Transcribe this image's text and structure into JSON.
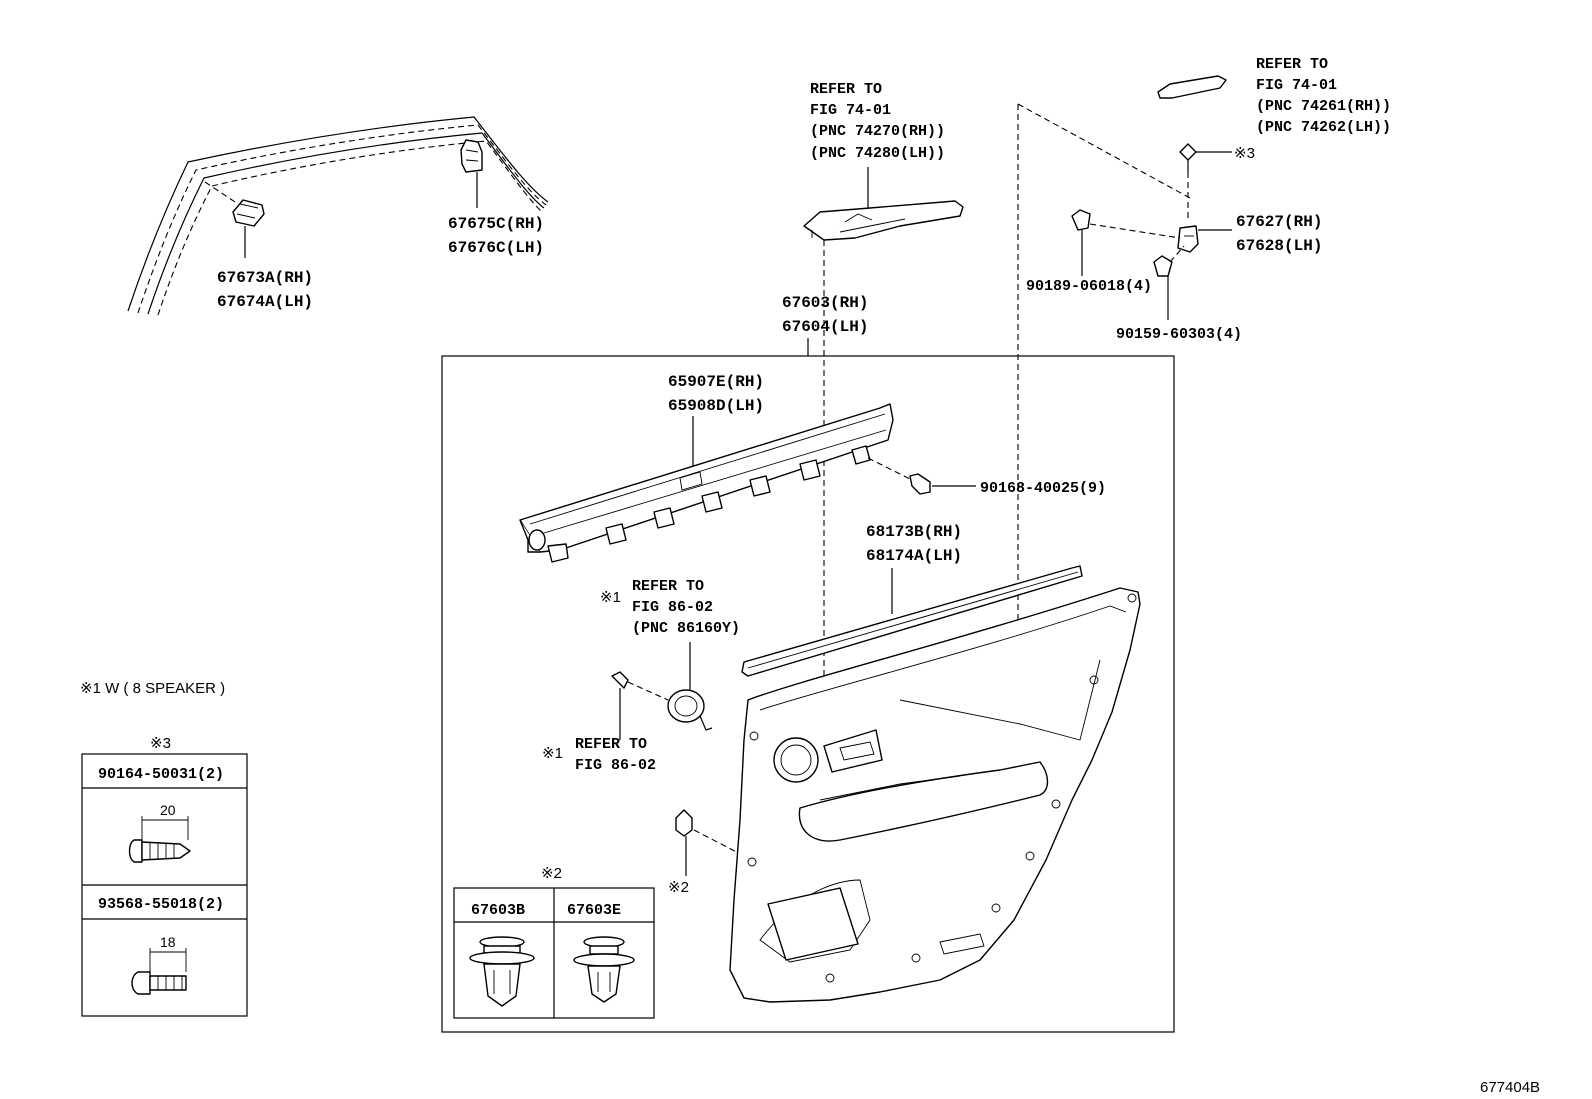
{
  "labels": {
    "p67673a": "67673A(RH)",
    "p67674a": "67674A(LH)",
    "p67675c": "67675C(RH)",
    "p67676c": "67676C(LH)",
    "ref74_center_1": "REFER TO",
    "ref74_center_2": "FIG 74-01",
    "ref74_center_3": "(PNC 74270(RH))",
    "ref74_center_4": "(PNC 74280(LH))",
    "ref74_right_1": "REFER TO",
    "ref74_right_2": "FIG 74-01",
    "ref74_right_3": "(PNC 74261(RH))",
    "ref74_right_4": "(PNC 74262(LH))",
    "p67627": "67627(RH)",
    "p67628": "67628(LH)",
    "p90189": "90189-06018(4)",
    "p90159": "90159-60303(4)",
    "p67603": "67603(RH)",
    "p67604": "67604(LH)",
    "p65907e": "65907E(RH)",
    "p65908d": "65908D(LH)",
    "p90168": "90168-40025(9)",
    "p68173b": "68173B(RH)",
    "p68174a": "68174A(LH)",
    "ref86_a_1": "REFER TO",
    "ref86_a_2": "FIG 86-02",
    "ref86_a_3": "(PNC 86160Y)",
    "ref86_b_1": "REFER TO",
    "ref86_b_2": "FIG 86-02",
    "mark1": "※1",
    "mark2": "※2",
    "mark3": "※3",
    "note1": "※1 W ( 8 SPEAKER )",
    "diagram_id": "677404B"
  },
  "table3": {
    "header": "※3",
    "row1": "90164-50031(2)",
    "dim1": "20",
    "row2": "93568-55018(2)",
    "dim2": "18"
  },
  "table2": {
    "header": "※2",
    "col1": "67603B",
    "col2": "67603E"
  }
}
